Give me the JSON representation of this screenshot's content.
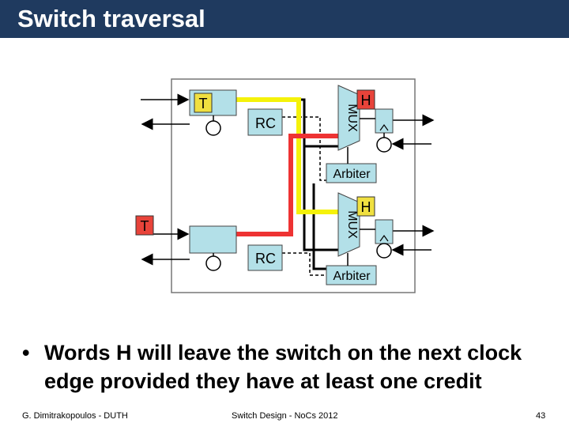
{
  "slide": {
    "title": "Switch traversal",
    "bullet_symbol": "•",
    "bullet_text": "Words H will leave the switch on the next clock edge provided they have at least one credit"
  },
  "diagram": {
    "labels": {
      "top_token": "T",
      "left_token": "T",
      "top_head": "H",
      "bottom_head": "H",
      "rc_top": "RC",
      "rc_bottom": "RC",
      "mux_top": "MUX",
      "mux_bottom": "MUX",
      "arbiter_top": "Arbiter",
      "arbiter_bottom": "Arbiter"
    },
    "colors": {
      "buffer_fill": "#b3e0e8",
      "token_fill": "#f0e040",
      "red_token_fill": "#e8433a",
      "yellow_path": "#f5f20a",
      "red_path": "#ee3333",
      "arbiter_fill": "#b3e0e8"
    }
  },
  "footer": {
    "author": "G. Dimitrakopoulos - DUTH",
    "course": "Switch Design - NoCs 2012",
    "page": "43"
  }
}
